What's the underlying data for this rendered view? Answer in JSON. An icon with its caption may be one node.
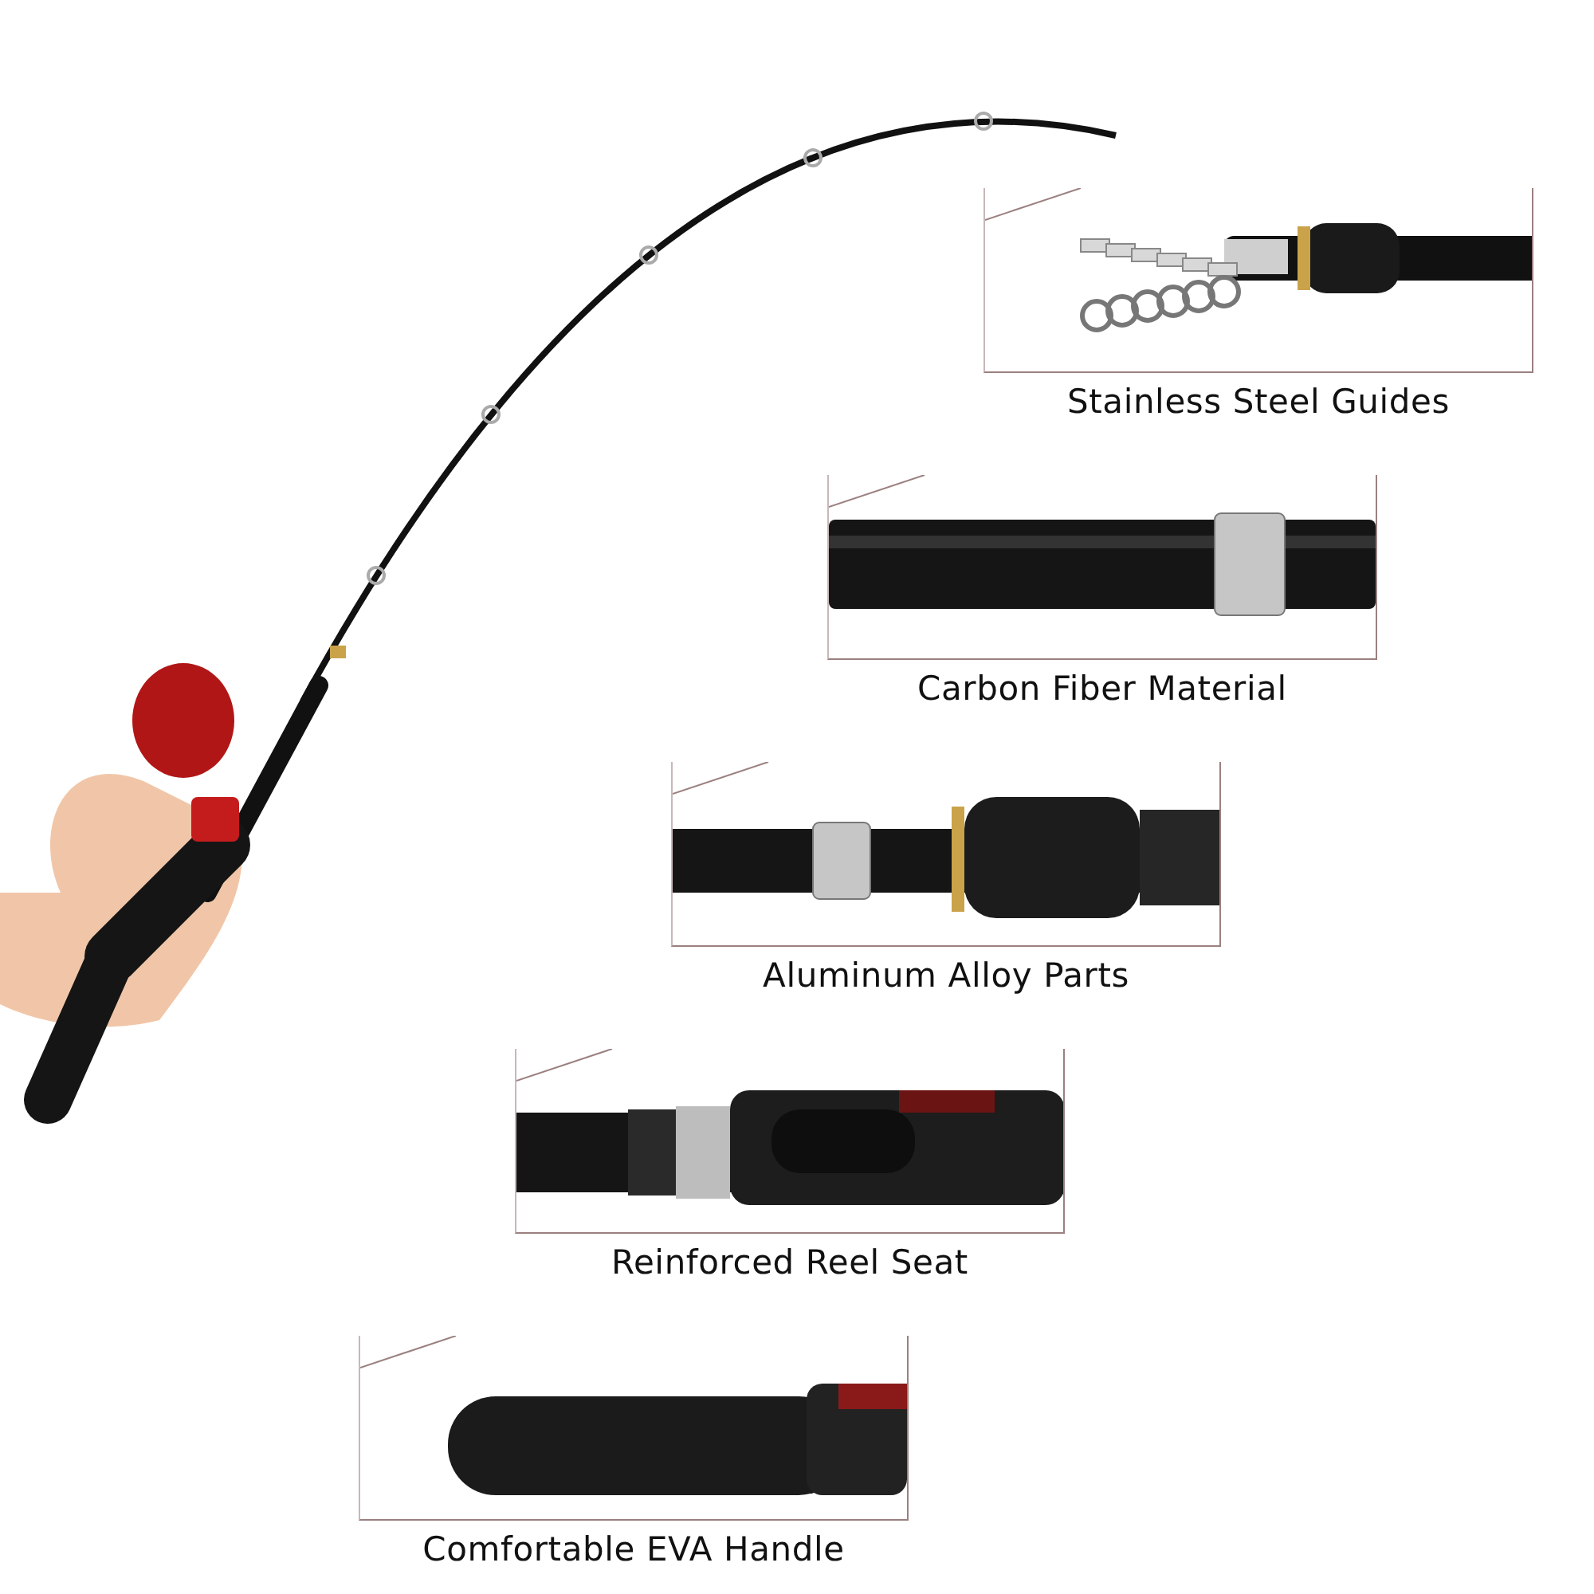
{
  "diagram": {
    "nodes": [
      {
        "text": [
          "Stainless Steel Guides"
        ]
      },
      {
        "text": [
          "Carbon Fiber Material"
        ]
      },
      {
        "text": [
          "Aluminum Alloy Parts"
        ]
      },
      {
        "text": [
          "Reinforced Reel Seat"
        ]
      },
      {
        "text": [
          "Comfortable EVA Handle"
        ]
      }
    ]
  }
}
